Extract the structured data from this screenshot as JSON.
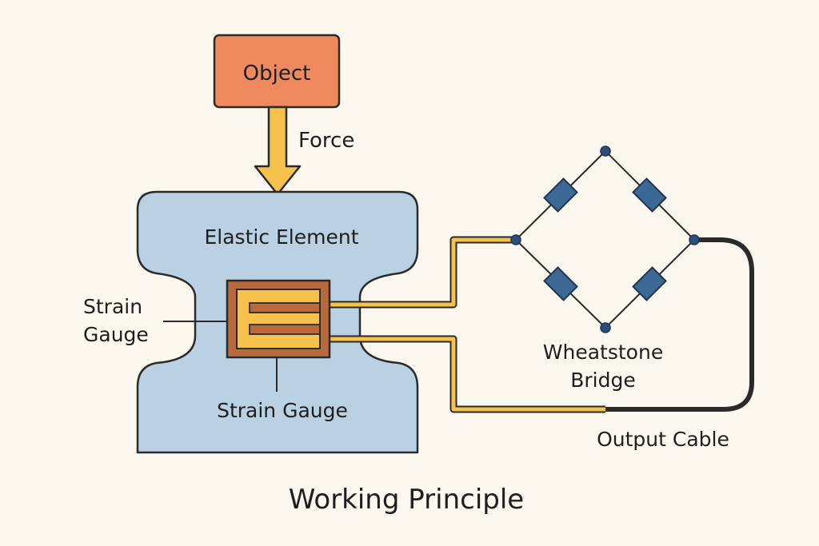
{
  "diagram": {
    "title": "Working Principle",
    "object_label": "Object",
    "force_label": "Force",
    "elastic_element_label": "Elastic Element",
    "strain_gauge_side_label_line1": "Strain",
    "strain_gauge_side_label_line2": "Gauge",
    "strain_gauge_bottom_label": "Strain Gauge",
    "bridge_label_line1": "Wheatstone",
    "bridge_label_line2": "Bridge",
    "output_cable_label": "Output Cable"
  },
  "colors": {
    "background": "#fcf8ef",
    "object_fill": "#ee8a5e",
    "force_arrow": "#f6c24c",
    "elastic_fill": "#b9d1e2",
    "gauge_backing": "#b96a3c",
    "gauge_foil": "#f6c24c",
    "wire": "#f6c24c",
    "resistor": "#3c6896",
    "node": "#2b4f7c",
    "cable": "#2a2a2a",
    "outline": "#2a2a2a"
  }
}
